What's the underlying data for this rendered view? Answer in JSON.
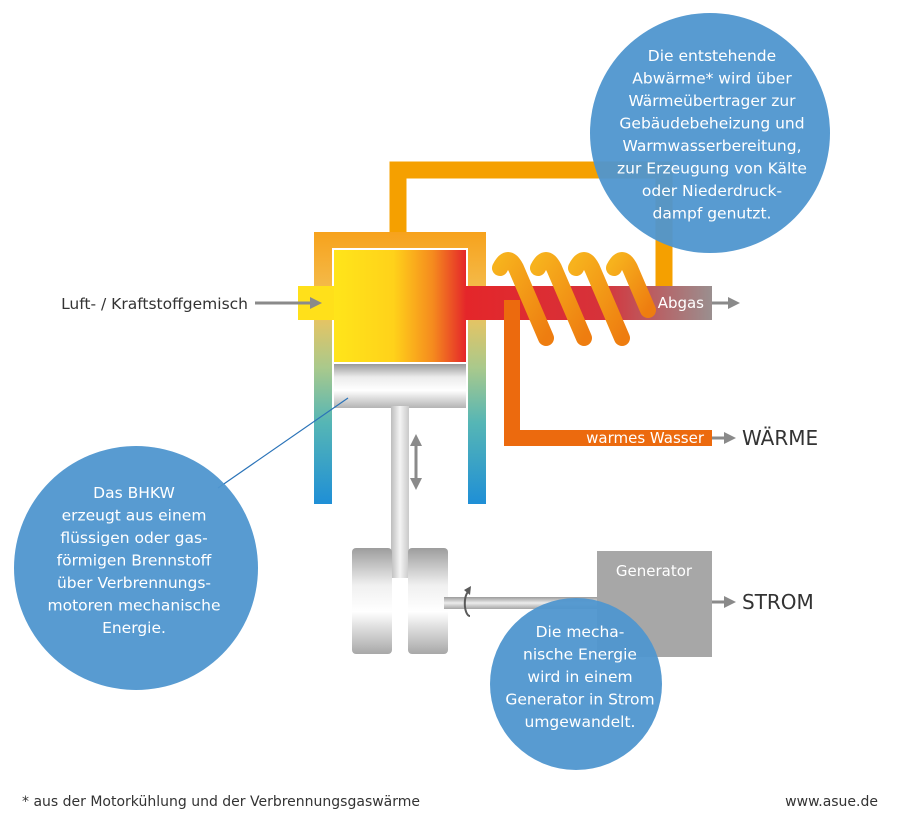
{
  "labels": {
    "input": "Luft- / Kraftstoffgemisch",
    "exhaust": "Abgas",
    "warm_water": "warmes Wasser",
    "heat": "WÄRME",
    "generator": "Generator",
    "power": "STROM"
  },
  "bubbles": {
    "top_right": [
      "Die entstehende",
      "Abwärme* wird über",
      "Wärmeübertrager zur",
      "Gebäudebeheizung und",
      "Warmwasserbereitung,",
      "zur Erzeugung von Kälte",
      "oder Niederdruck-",
      "dampf genutzt."
    ],
    "left": [
      "Das BHKW",
      "erzeugt aus einem",
      "flüssigen oder gas-",
      "förmigen Brennstoff",
      "über Verbrennungs-",
      "motoren mechanische",
      "Energie."
    ],
    "bottom_right": [
      "Die mecha-",
      "nische Energie",
      "wird in einem",
      "Generator in Strom",
      "umgewandelt."
    ]
  },
  "footnote": "* aus der Motorkühlung und der Verbrennungsgaswärme",
  "website": "www.asue.de",
  "colors": {
    "bubble": "#4f96cf",
    "pipe_orange": "#f5a000",
    "pipe_red": "#e4262a",
    "water_orange": "#ec6a0e",
    "exhaust_grey": "#9e9e9e",
    "generator_grey": "#a7a7a7",
    "combustion_yellow": "#ffe01a",
    "cooling_blue": "#2a8fd2"
  }
}
